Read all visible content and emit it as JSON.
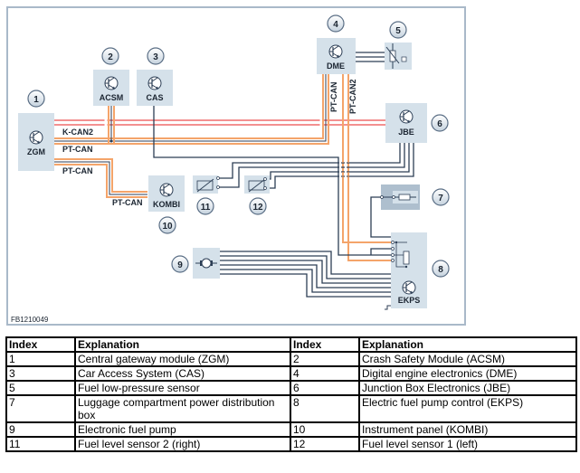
{
  "diagram": {
    "figure_id": "FB1210049",
    "colors": {
      "module_fill": "#d5e1ea",
      "module_fill_dark": "#aebfce",
      "frame": "#a9b9c9",
      "wire": "#2c3e55",
      "pt_can": "#f4a46a",
      "k_can": "#ef6b6b"
    },
    "modules": [
      {
        "index": "1",
        "label": "ZGM"
      },
      {
        "index": "2",
        "label": "ACSM"
      },
      {
        "index": "3",
        "label": "CAS"
      },
      {
        "index": "4",
        "label": "DME"
      },
      {
        "index": "5",
        "label": ""
      },
      {
        "index": "6",
        "label": "JBE"
      },
      {
        "index": "7",
        "label": ""
      },
      {
        "index": "8",
        "label": "EKPS"
      },
      {
        "index": "9",
        "label": ""
      },
      {
        "index": "10",
        "label": "KOMBI"
      },
      {
        "index": "11",
        "label": ""
      },
      {
        "index": "12",
        "label": ""
      }
    ],
    "bus_labels": {
      "k_can2": "K-CAN2",
      "pt_can_zgm_1": "PT-CAN",
      "pt_can_zgm_2": "PT-CAN",
      "pt_can_kombi": "PT-CAN",
      "pt_can_dme": "PT-CAN",
      "pt_can2_dme": "PT-CAN2"
    },
    "icons": {
      "transistor": "transistor-icon",
      "sensor": "variable-resistor-icon",
      "fuse": "fuse-icon",
      "pump": "motor-icon",
      "ground": "ground-icon"
    }
  },
  "legend": {
    "headers": [
      "Index",
      "Explanation",
      "Index",
      "Explanation"
    ],
    "rows": [
      [
        "1",
        "Central gateway module (ZGM)",
        "2",
        "Crash Safety Module (ACSM)"
      ],
      [
        "3",
        "Car Access System (CAS)",
        "4",
        "Digital engine electronics (DME)"
      ],
      [
        "5",
        "Fuel low-pressure sensor",
        "6",
        "Junction Box Electronics (JBE)"
      ],
      [
        "7",
        "Luggage compartment power distribution box",
        "8",
        "Electric fuel pump control (EKPS)"
      ],
      [
        "9",
        "Electronic fuel pump",
        "10",
        "Instrument panel (KOMBI)"
      ],
      [
        "11",
        "Fuel level sensor 2 (right)",
        "12",
        "Fuel level sensor 1 (left)"
      ]
    ]
  }
}
